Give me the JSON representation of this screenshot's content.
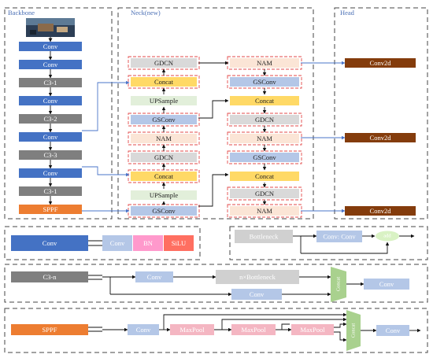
{
  "sections": {
    "backbone": "Backbone",
    "neck": "Neck(new)",
    "head": "Head"
  },
  "backbone": [
    "Conv",
    "Conv",
    "C3-1",
    "Conv",
    "C3-2",
    "Conv",
    "C3-3",
    "Conv",
    "C3-1",
    "SPPF"
  ],
  "neck_left": [
    "GDCN",
    "Concat",
    "UPSample",
    "GSConv",
    "NAM",
    "GDCN",
    "Concat",
    "UPSample",
    "GSConv"
  ],
  "neck_right": [
    "NAM",
    "GSConv",
    "Concat",
    "GDCN",
    "NAM",
    "GSConv",
    "Concat",
    "GDCN",
    "NAM"
  ],
  "head": [
    "Conv2d",
    "Conv2d",
    "Conv2d"
  ],
  "conv_module": {
    "name": "Conv",
    "parts": [
      "Conv",
      "BN",
      "SiLU"
    ]
  },
  "bottleneck_module": {
    "name": "Bottleneck",
    "block": "Conv: Conv",
    "add": "add"
  },
  "c3_module": {
    "name": "C3-n",
    "conv_top": "Conv",
    "bottleneck": "n×Bottleneck",
    "conv_bottom": "Conv",
    "concat": "Concat",
    "conv_out": "Conv"
  },
  "sppf_module": {
    "name": "SPPF",
    "conv_in": "Conv",
    "pools": [
      "MaxPool",
      "MaxPool",
      "MaxPool"
    ],
    "concat": "Concat",
    "conv_out": "Conv"
  },
  "colors": {
    "conv_blue": "#4472c4",
    "c3_gray": "#7f7f7f",
    "sppf_orange": "#ed7d31",
    "gdcn_gray": "#d9d9d9",
    "concat_yellow": "#ffd966",
    "upsample_green": "#e2efda",
    "gsconv_blue": "#b4c7e7",
    "nam_peach": "#fbe5d6",
    "head_brown": "#843c0c",
    "bn_pink": "#ff99cc",
    "silu_red": "#ff6f61",
    "concat_green": "#a9d18e",
    "maxpool_pink": "#f4b6c2",
    "section_title": "#4a6fb5"
  }
}
